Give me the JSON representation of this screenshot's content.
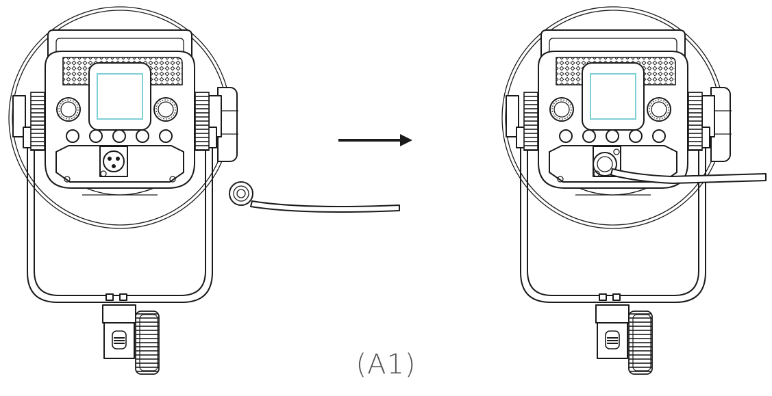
{
  "figure": {
    "caption": "(A1)"
  },
  "colors": {
    "line": "#1a1a1a",
    "screen": "#7ecfd6",
    "caption": "#555555"
  },
  "steps": [
    {
      "name": "before-connection"
    },
    {
      "name": "after-connection"
    }
  ],
  "icons": [
    "arrow-right-icon"
  ]
}
